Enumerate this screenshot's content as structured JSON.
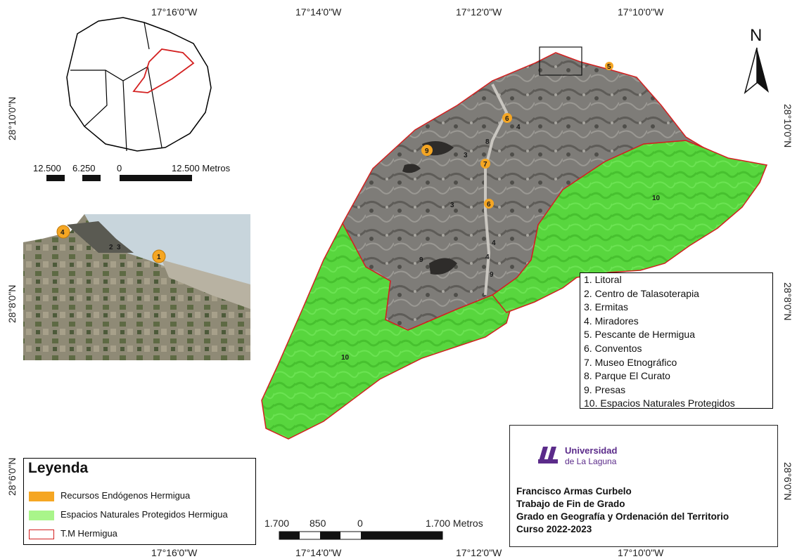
{
  "coordinates": {
    "top": [
      "17°16'0\"W",
      "17°14'0\"W",
      "17°12'0\"W",
      "17°10'0\"W"
    ],
    "bottom": [
      "17°16'0\"W",
      "17°14'0\"W",
      "17°12'0\"W",
      "17°10'0\"W"
    ],
    "left": [
      "28°10'0\"N",
      "28°8'0\"N",
      "28°6'0\"N"
    ],
    "right": [
      "28°10'0\"N",
      "28°8'0\"N",
      "28°6'0\"N"
    ]
  },
  "north_arrow": "N",
  "overview_scale": {
    "labels": [
      "12.500",
      "6.250",
      "0",
      "12.500 Metros"
    ]
  },
  "main_scale": {
    "labels": [
      "1.700",
      "850",
      "0",
      "1.700 Metros"
    ]
  },
  "inset_markers": [
    "4",
    "2",
    "3",
    "1"
  ],
  "map_markers": [
    "5",
    "6",
    "4",
    "8",
    "9",
    "3",
    "7",
    "3",
    "6",
    "4",
    "9",
    "4",
    "9",
    "10",
    "10"
  ],
  "resources_list": [
    "1. Litoral",
    "2. Centro de Talasoterapia",
    "3. Ermitas",
    "4. Miradores",
    "5. Pescante de Hermigua",
    "6. Conventos",
    "7. Museo Etnográfico",
    "8. Parque El Curato",
    "9. Presas",
    "10. Espacios Naturales Protegidos"
  ],
  "legend": {
    "title": "Leyenda",
    "items": [
      {
        "label": "Recursos Endógenos Hermigua",
        "color": "#f5a623"
      },
      {
        "label": "Espacios Naturales Protegidos Hermigua",
        "color": "#a9f58a"
      },
      {
        "label": "T.M Hermigua",
        "color": "#d32020"
      }
    ]
  },
  "info": {
    "university_line1": "Universidad",
    "university_line2": "de La Laguna",
    "university_color": "#5b2b8a",
    "author": "Francisco Armas Curbelo",
    "work": "Trabajo de Fin de Grado",
    "degree": "Grado en Geografía y Ordenación del Territorio",
    "course": "Curso 2022-2023"
  }
}
